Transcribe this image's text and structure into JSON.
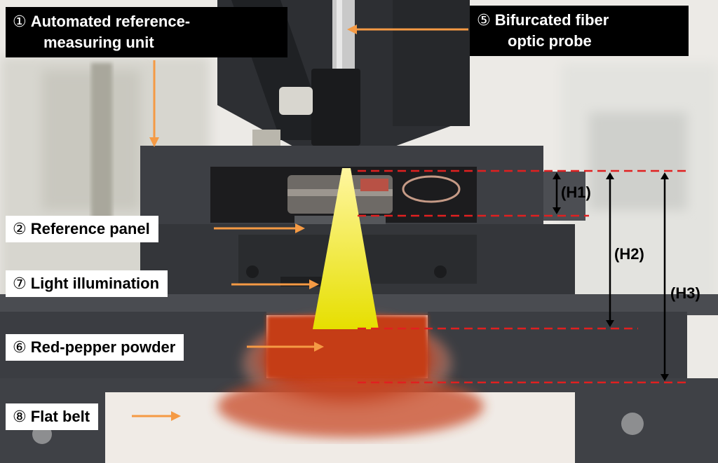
{
  "labels": {
    "automated_unit": {
      "number": "①",
      "line1": "Automated reference-",
      "line2": "measuring unit"
    },
    "fiber_probe": {
      "number": "⑤",
      "line1": "Bifurcated fiber",
      "line2": "optic probe"
    },
    "reference_panel": {
      "number": "②",
      "text": "Reference panel"
    },
    "light_illumination": {
      "number": "⑦",
      "text": "Light illumination"
    },
    "red_pepper_powder": {
      "number": "⑥",
      "text": "Red-pepper powder"
    },
    "flat_belt": {
      "number": "⑧",
      "text": "Flat belt"
    }
  },
  "heights": {
    "h1": "(H1)",
    "h2": "(H2)",
    "h3": "(H3)"
  },
  "colors": {
    "arrow": "#f59a44",
    "dashed_line": "#e02020",
    "light_cone": "#e8e000",
    "powder": "#c8401c",
    "housing": "#3a3b40"
  }
}
